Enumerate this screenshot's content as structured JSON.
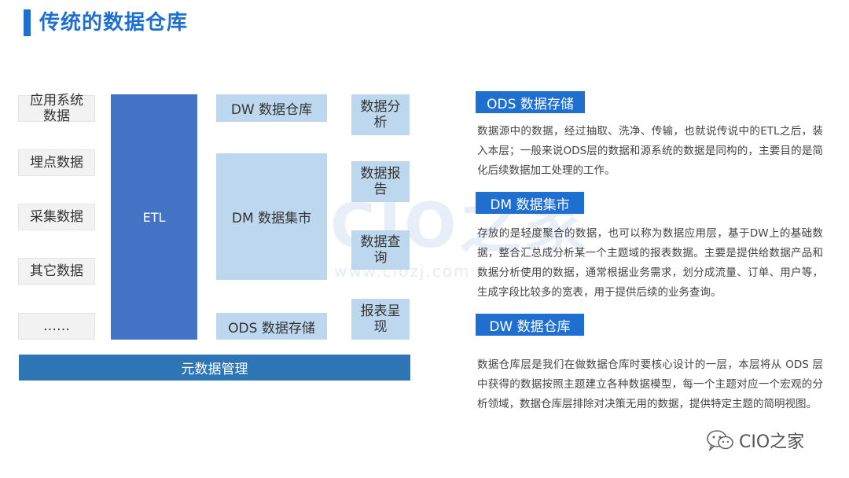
{
  "title": "传统的数据仓库",
  "diagram": {
    "sources": [
      "应用系统数据",
      "埋点数据",
      "采集数据",
      "其它数据",
      "……"
    ],
    "etl": "ETL",
    "layers": [
      "DW 数据仓库",
      "DM 数据集市",
      "ODS 数据存储"
    ],
    "uses": [
      "数据分析",
      "数据报告",
      "数据查询",
      "报表呈现"
    ],
    "meta": "元数据管理"
  },
  "watermark": {
    "main": "CIO之家",
    "sub": "www.ciozj.com"
  },
  "sections": [
    {
      "heading": "ODS 数据存储",
      "text": "数据源中的数据，经过抽取、洗净、传输，也就说传说中的ETL之后，装入本层；一般来说ODS层的数据和源系统的数据是同构的，主要目的是简化后续数据加工处理的工作。"
    },
    {
      "heading": "DM 数据集市",
      "text": "存放的是轻度聚合的数据，也可以称为数据应用层，基于DW上的基础数据，整合汇总成分析某一个主题域的报表数据。主要是提供给数据产品和数据分析使用的数据，通常根据业务需求，划分成流量、订单、用户等，生成字段比较多的宽表，用于提供后续的业务查询。"
    },
    {
      "heading": "DW 数据仓库",
      "text": "数据仓库层是我们在做数据仓库时要核心设计的一层，本层将从 ODS 层中获得的数据按照主题建立各种数据模型，每一个主题对应一个宏观的分析领域，数据仓库层排除对决策无用的数据，提供特定主题的简明视图。"
    }
  ],
  "logo": {
    "text": "CIO之家",
    "icon": "wechat-icon"
  },
  "colors": {
    "title": "#1f6fd1",
    "etl": "#4472c4",
    "layer": "#bdd7ee",
    "meta": "#2e75b6",
    "heading": "#1f6fd1"
  }
}
